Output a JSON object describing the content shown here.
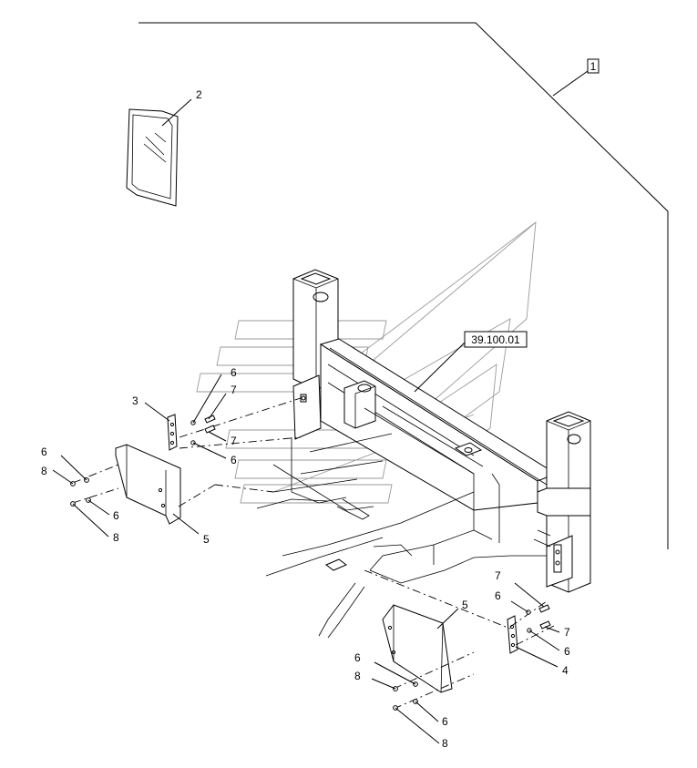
{
  "diagram": {
    "frame_ref": "1",
    "group_ref": "39.100.01",
    "labels": {
      "p2": "2",
      "p3": "3",
      "p4": "4",
      "p5a": "5",
      "p5b": "5",
      "p6a": "6",
      "p6b": "6",
      "p6c": "6",
      "p6d": "6",
      "p6e": "6",
      "p6f": "6",
      "p6g": "6",
      "p6h": "6",
      "p7a": "7",
      "p7b": "7",
      "p7c": "7",
      "p7d": "7",
      "p8a": "8",
      "p8b": "8",
      "p8c": "8",
      "p8d": "8"
    }
  }
}
